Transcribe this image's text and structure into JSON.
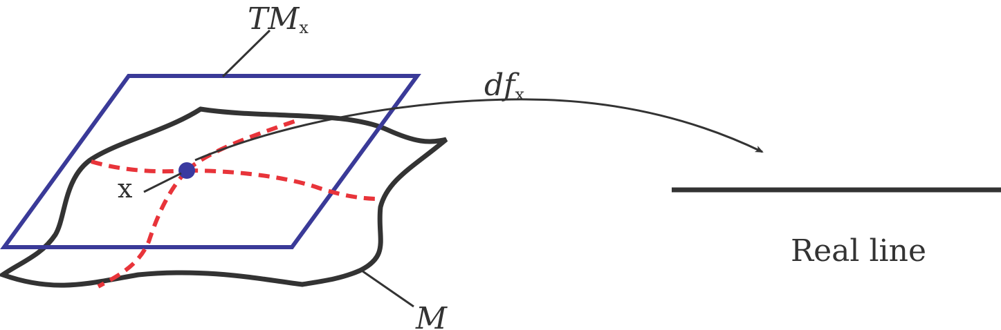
{
  "labels": {
    "tangent_T": "T",
    "tangent_M": "M",
    "tangent_sub": "x",
    "map_d": "d",
    "map_f": "f",
    "map_sub": "x",
    "point": "x",
    "manifold": "M",
    "real_line": "Real line"
  },
  "colors": {
    "plane": "#3a3a98",
    "manifold": "#333333",
    "curves": "#e8343a",
    "point": "#3a3aa0",
    "text": "#333333"
  }
}
